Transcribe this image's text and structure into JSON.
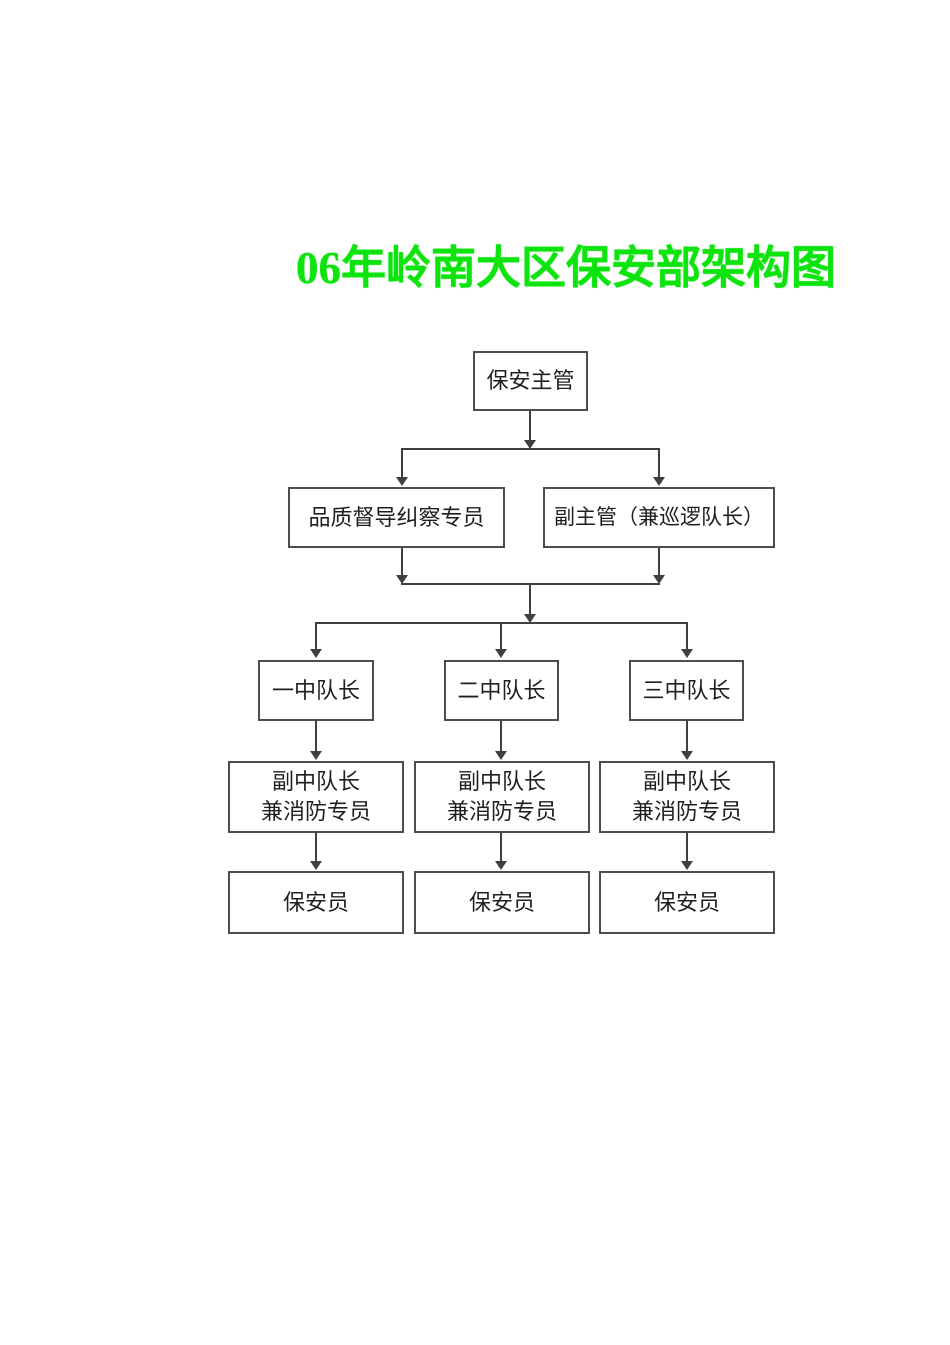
{
  "title": {
    "text": "06年岭南大区保安部架构图"
  },
  "colors": {
    "title_green": "#0de30d",
    "line": "#3f3f3f",
    "box_border": "#4d4d4d",
    "text": "#1f1f1f"
  },
  "org": {
    "root": {
      "label": "保安主管"
    },
    "level2": [
      {
        "label": "品质督导纠察专员"
      },
      {
        "label": "副主管（兼巡逻队长）"
      }
    ],
    "level3": [
      {
        "label": "一中队长"
      },
      {
        "label": "二中队长"
      },
      {
        "label": "三中队长"
      }
    ],
    "level4": [
      {
        "line1": "副中队长",
        "line2": "兼消防专员"
      },
      {
        "line1": "副中队长",
        "line2": "兼消防专员"
      },
      {
        "line1": "副中队长",
        "line2": "兼消防专员"
      }
    ],
    "level5": [
      {
        "label": "保安员"
      },
      {
        "label": "保安员"
      },
      {
        "label": "保安员"
      }
    ]
  }
}
